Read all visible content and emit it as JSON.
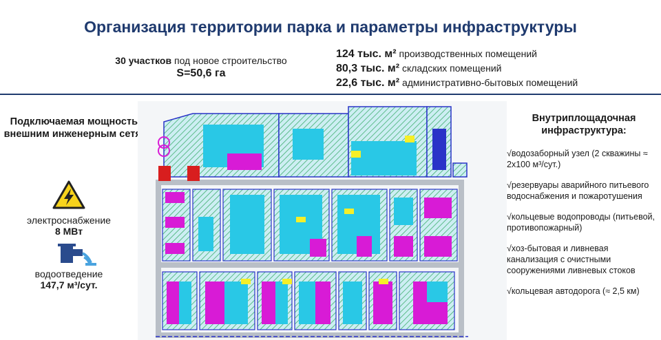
{
  "header": {
    "title": "Организация территории парка и параметры инфраструктуры"
  },
  "stats": {
    "plots_count": "30 участков",
    "plots_text": "под новое строительство",
    "area": "S=50,6 га",
    "rows": [
      {
        "value": "124 тыс. м²",
        "label": "производственных помещений"
      },
      {
        "value": "80,3 тыс. м²",
        "label": "складских помещений"
      },
      {
        "value": "22,6 тыс. м²",
        "label": "административно-бытовых помещений"
      }
    ]
  },
  "power": {
    "title": "Подключаемая мощность к внешним инженерным сетям:",
    "electric": {
      "label": "электроснабжение",
      "value": "8 МВт"
    },
    "sewage": {
      "label": "водоотведение",
      "value": "147,7 м³/сут."
    }
  },
  "infrastructure": {
    "title": "Внутриплощадочная инфраструктура:",
    "items": [
      "√водозаборный узел (2 скважины ≈ 2х100 м³/сут.)",
      "√резервуары аварийного питьевого водоснабжения и пожаротушения",
      "√кольцевые водопроводы (питьевой, противопожарный)",
      "√хоз-бытовая и ливневая канализация с очистными сооружениями ливневых стоков",
      "√кольцевая автодорога (≈ 2,5 км)"
    ]
  },
  "icons": {
    "electric": "high-voltage-warning-icon",
    "sewage": "sewage-pipe-icon"
  },
  "colors": {
    "title": "#1f3a6e",
    "plot_cyan": "#29c8e6",
    "plot_magenta": "#d81bd6",
    "plot_yellow": "#f5ef28",
    "hatch_green": "#3fae6e",
    "boundary_blue": "#2a33c8",
    "substation_red": "#d81e1e"
  }
}
